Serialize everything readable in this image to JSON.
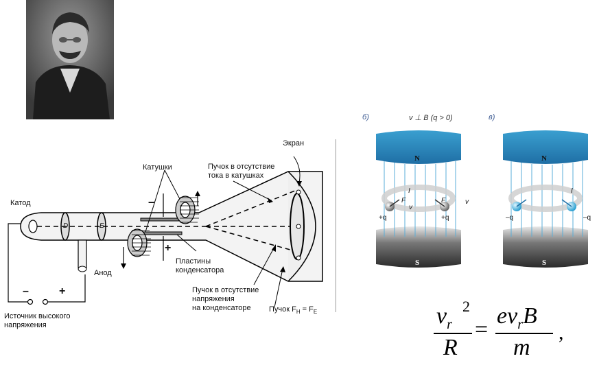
{
  "portrait": {
    "alt": "portrait-photo"
  },
  "apparatus": {
    "screen": "Экран",
    "coils": "Катушки",
    "beam_no_current": [
      "Пучок в отсутствие",
      "тока в катушках"
    ],
    "cathode": "Катод",
    "electrode_d": "D",
    "electrode_e": "E",
    "anode": "Анод",
    "plates": [
      "Пластины",
      "конденсатора"
    ],
    "beam_no_voltage": [
      "Пучок в отсутствие",
      "напряжения",
      "на конденсаторе"
    ],
    "beam_balanced": "Пучок F",
    "beam_balanced_sub1": "H",
    "beam_balanced_eq": " = F",
    "beam_balanced_sub2": "E",
    "source": [
      "Источник высокого",
      "напряжения"
    ],
    "minus": "–",
    "plus": "+",
    "plate_minus": "–",
    "plate_plus": "+"
  },
  "field_panels": {
    "label_b": "б)",
    "label_v": "в)",
    "condition": "v ⊥ B  (q > 0)",
    "north": "N",
    "south": "S",
    "current": "I",
    "force": "F",
    "velocity": "v",
    "charge_pos": "+q",
    "charge_neg": "–q"
  },
  "formula": {
    "lhs_num": "v",
    "lhs_sub": "r",
    "lhs_sup": "2",
    "lhs_den": "R",
    "rhs_num_a": "ev",
    "rhs_num_sub": "r",
    "rhs_num_b": "B",
    "rhs_den": "m",
    "equals": "=",
    "trailing": ","
  }
}
